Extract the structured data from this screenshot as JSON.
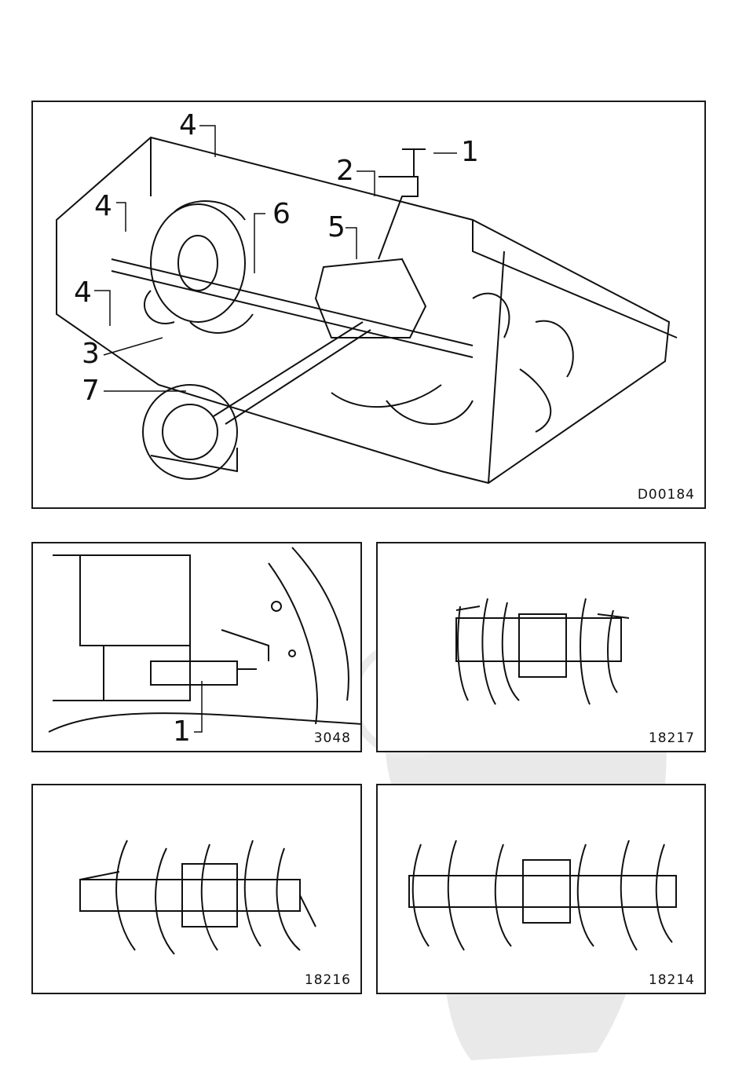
{
  "main_figure": {
    "code": "D00184",
    "callouts": [
      "1",
      "2",
      "3",
      "4",
      "4",
      "4",
      "5",
      "6",
      "7"
    ]
  },
  "figures": [
    {
      "code": "3048",
      "callouts": [
        "1"
      ]
    },
    {
      "code": "18217"
    },
    {
      "code": "18216"
    },
    {
      "code": "18214"
    }
  ]
}
